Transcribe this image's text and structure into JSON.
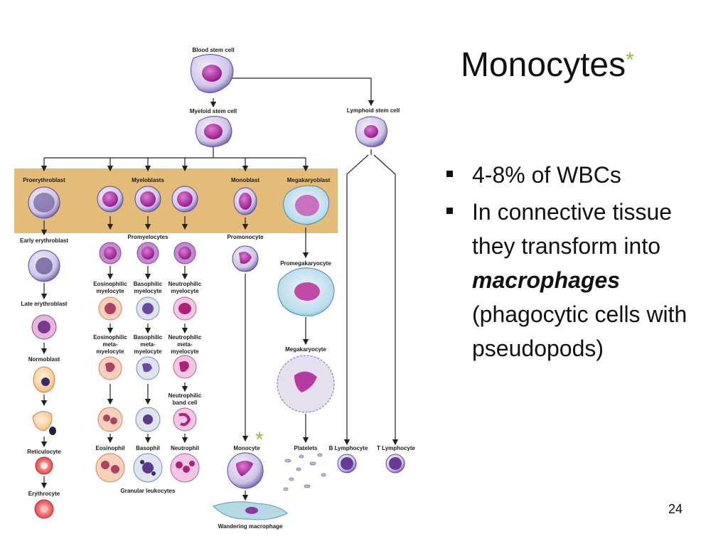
{
  "slide": {
    "title": "Monocytes",
    "title_star": "*",
    "bullets": [
      {
        "text": "4-8% of WBCs"
      },
      {
        "pre": "In connective tissue they transform into ",
        "emph": "macrophages",
        "post": " (phagocytic cells with pseudopods)"
      }
    ],
    "page_number": "24",
    "monocyte_star": "*"
  },
  "diagram": {
    "blood_stem_cell": "Blood stem cell",
    "myeloid_stem_cell": "Myeloid stem cell",
    "lymphoid_stem_cell": "Lymphoid stem cell",
    "proerythroblast": "Proerythroblast",
    "myeloblasts": "Myeloblasts",
    "monoblast": "Monoblast",
    "megakaryoblast": "Megakaryoblast",
    "early_erythroblast": "Early erythroblast",
    "late_erythroblast": "Late erythroblast",
    "normoblast": "Normoblast",
    "reticulocyte": "Reticulocyte",
    "erythrocyte": "Erythrocyte",
    "promyelocytes": "Promyelocytes",
    "eos_myelocyte": [
      "Eosinophilic",
      "myelocyte"
    ],
    "baso_myelocyte": [
      "Basophilic",
      "myelocyte"
    ],
    "neut_myelocyte": [
      "Neutrophilic",
      "myelocyte"
    ],
    "eos_meta": [
      "Eosinophilic",
      "meta-",
      "myelocyte"
    ],
    "baso_meta": [
      "Basophilic",
      "meta-",
      "myelocyte"
    ],
    "neut_meta": [
      "Neutrophilic",
      "meta-",
      "myelocyte"
    ],
    "neut_band": [
      "Neutrophilic",
      "band cell"
    ],
    "eosinophil": "Eosinophil",
    "basophil": "Basophil",
    "neutrophil": "Neutrophil",
    "granular_leukocytes": "Granular leukocytes",
    "promonocyte": "Promonocyte",
    "monocyte": "Monocyte",
    "wandering_macrophage": "Wandering macrophage",
    "promegakaryocyte": "Promegakaryocyte",
    "megakaryocyte": "Megakaryocyte",
    "platelets": "Platelets",
    "b_lymphocyte": "B Lymphocyte",
    "t_lymphocyte": "T Lymphocyte"
  },
  "colors": {
    "band": "#e3bc78",
    "cell_body": "#cfc4e8",
    "nucleus": "#b1269f",
    "red_cell": "#e8475a",
    "arrow": "#222222",
    "star": "#8dc63f"
  }
}
